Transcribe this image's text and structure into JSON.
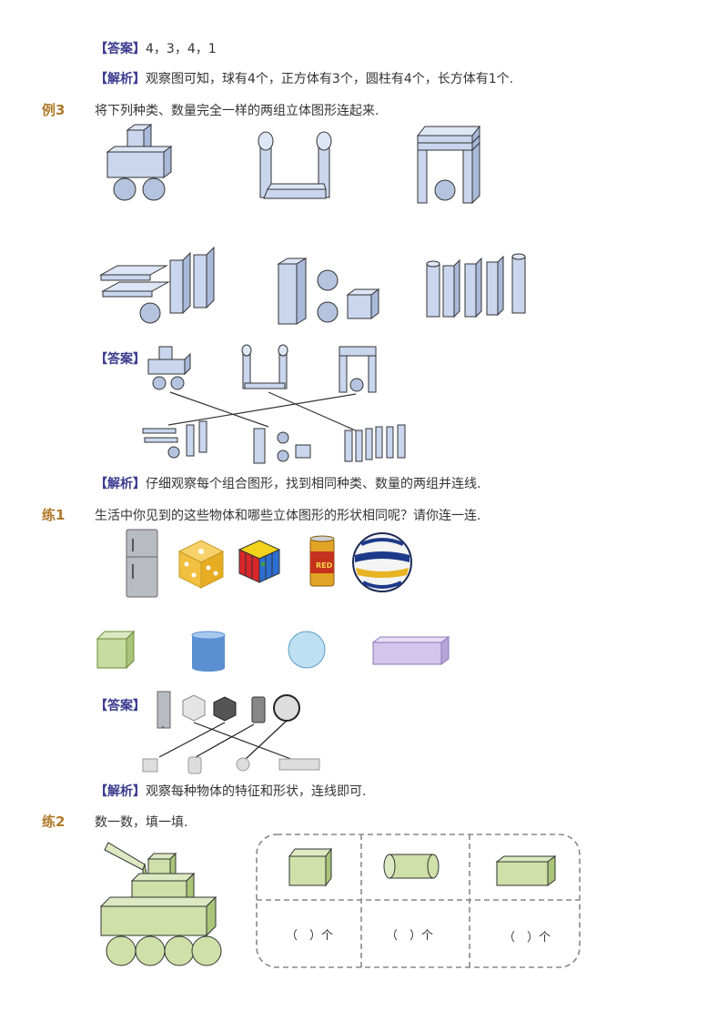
{
  "top_answer": {
    "tag": "【答案】",
    "text": "4，3，4，1"
  },
  "top_analysis": {
    "tag": "【解析】",
    "text": "观察图可知，球有4个，正方体有3个，圆柱有4个，长方体有1个."
  },
  "example3": {
    "label": "例3",
    "question": "将下列种类、数量完全一样的两组立体图形连起来.",
    "answer_tag": "【答案】",
    "analysis_tag": "【解析】",
    "analysis_text": "仔细观察每个组合图形，找到相同种类、数量的两组并连线."
  },
  "practice1": {
    "label": "练1",
    "question": "生活中你见到的这些物体和哪些立体图形的形状相同呢？请你连一连.",
    "can_label": "RED",
    "answer_tag": "【答案】",
    "analysis_tag": "【解析】",
    "analysis_text": "观察每种物体的特征和形状，连线即可."
  },
  "practice2": {
    "label": "练2",
    "question": "数一数，填一填.",
    "blanks": [
      "（　）个",
      "（　）个",
      "（　）个"
    ]
  },
  "colors": {
    "shape_blue": "#c9d6ee",
    "shape_green": "#cfe0a8",
    "accent_brown": "#b07a2a",
    "tag_blue": "#3b3b8f"
  }
}
